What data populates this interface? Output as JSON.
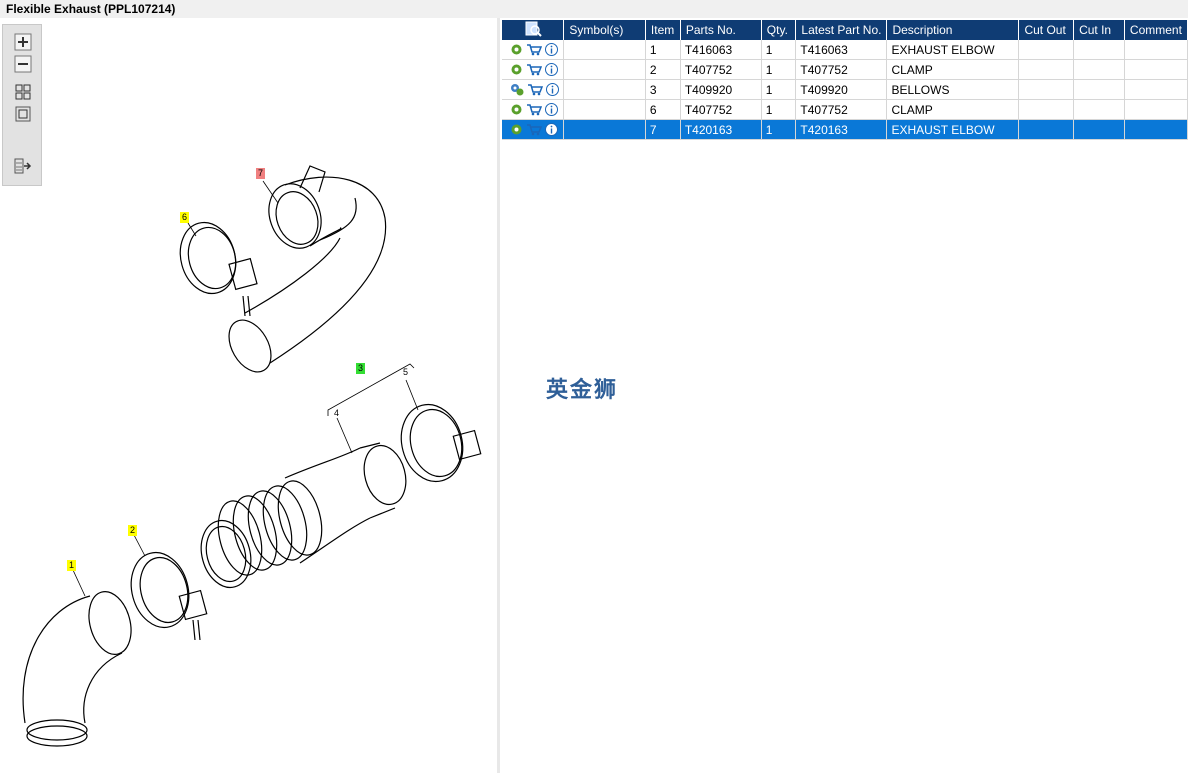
{
  "window": {
    "title": "Flexible Exhaust (PPL107214)"
  },
  "toolbar": {
    "buttons": [
      {
        "icon": "zoom-in-icon"
      },
      {
        "icon": "zoom-out-icon"
      },
      {
        "icon": "fit-all-icon"
      },
      {
        "icon": "fit-window-icon"
      },
      {
        "icon": "export-icon"
      }
    ]
  },
  "diagram": {
    "callouts": [
      {
        "label": "7",
        "color": "#f08080"
      },
      {
        "label": "6",
        "color": "#ffff00"
      },
      {
        "label": "3",
        "color": "#33dd33"
      },
      {
        "label": "5",
        "color": ""
      },
      {
        "label": "4",
        "color": ""
      },
      {
        "label": "2",
        "color": "#ffff00"
      },
      {
        "label": "1",
        "color": "#ffff00"
      }
    ]
  },
  "table": {
    "headers": [
      "",
      "Symbol(s)",
      "Item",
      "Parts No.",
      "Qty.",
      "Latest Part No.",
      "Description",
      "Cut Out",
      "Cut In",
      "Comment"
    ],
    "rows": [
      {
        "item": "1",
        "part": "T416063",
        "qty": "1",
        "latest": "T416063",
        "desc": "EXHAUST ELBOW",
        "selected": false
      },
      {
        "item": "2",
        "part": "T407752",
        "qty": "1",
        "latest": "T407752",
        "desc": "CLAMP",
        "selected": false
      },
      {
        "item": "3",
        "part": "T409920",
        "qty": "1",
        "latest": "T409920",
        "desc": "BELLOWS",
        "selected": false
      },
      {
        "item": "6",
        "part": "T407752",
        "qty": "1",
        "latest": "T407752",
        "desc": "CLAMP",
        "selected": false
      },
      {
        "item": "7",
        "part": "T420163",
        "qty": "1",
        "latest": "T420163",
        "desc": "EXHAUST ELBOW",
        "selected": true
      }
    ]
  },
  "watermark": "英金狮",
  "colors": {
    "header": "#0f3c74",
    "selected": "#0a78d7",
    "title_bg": "#f0f0f0"
  }
}
